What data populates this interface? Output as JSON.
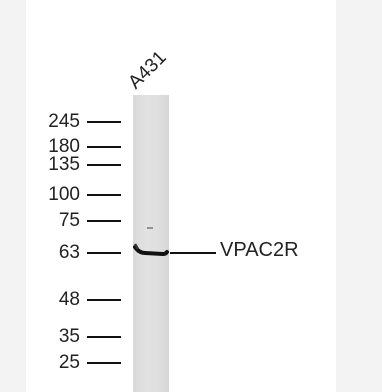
{
  "lane": {
    "label": "A431"
  },
  "markers": [
    {
      "label": "245",
      "kda": 245
    },
    {
      "label": "180",
      "kda": 180
    },
    {
      "label": "135",
      "kda": 135
    },
    {
      "label": "100",
      "kda": 100
    },
    {
      "label": "75",
      "kda": 75
    },
    {
      "label": "63",
      "kda": 63
    },
    {
      "label": "48",
      "kda": 48
    },
    {
      "label": "35",
      "kda": 35
    },
    {
      "label": "25",
      "kda": 25
    }
  ],
  "band": {
    "label": "VPAC2R"
  }
}
